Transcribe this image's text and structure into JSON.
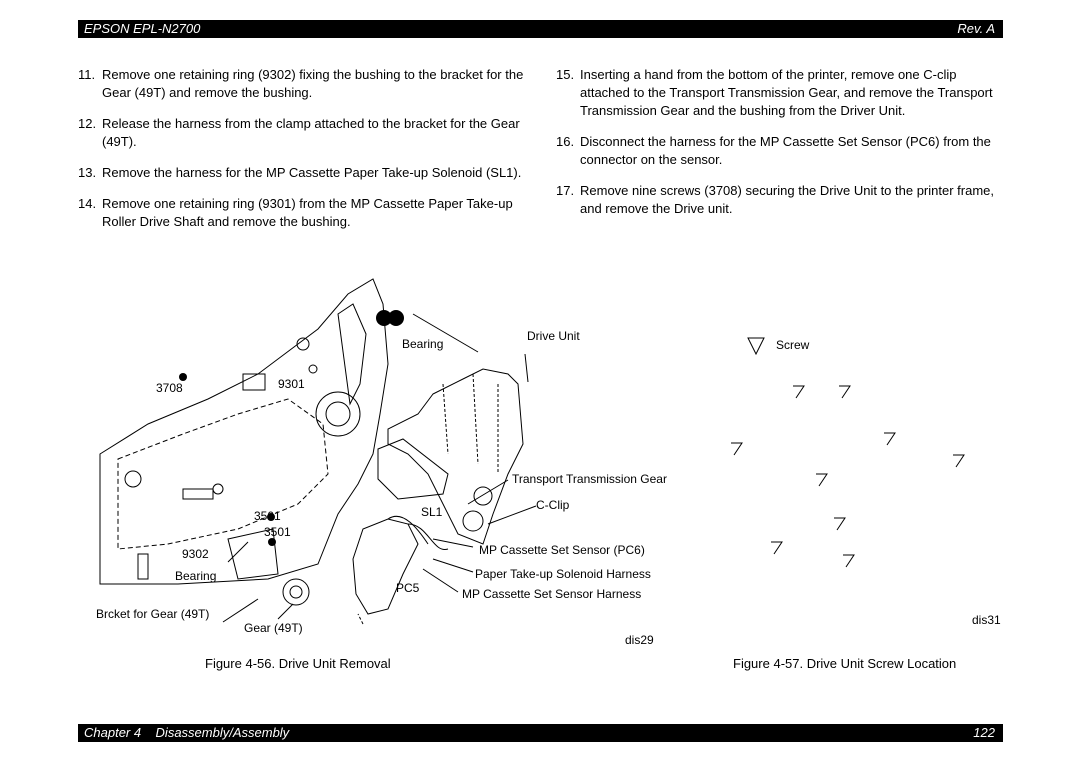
{
  "header": {
    "title": "EPSON EPL-N2700",
    "rev": "Rev. A"
  },
  "steps_left": [
    {
      "num": "11.",
      "text": "Remove one retaining ring (9302) fixing the bushing to the bracket for the Gear (49T) and remove the bushing."
    },
    {
      "num": "12.",
      "text": "Release the harness from the clamp attached to the bracket for the Gear (49T)."
    },
    {
      "num": "13.",
      "text": "Remove the harness for the MP Cassette Paper Take-up Solenoid (SL1)."
    },
    {
      "num": "14.",
      "text": "Remove one retaining ring (9301) from the MP Cassette Paper Take-up Roller Drive Shaft and remove the bushing."
    }
  ],
  "steps_right": [
    {
      "num": "15.",
      "text": "Inserting a hand from the bottom of the printer, remove one C-clip attached to the Transport Transmission Gear, and remove the Transport Transmission Gear and the bushing from the Driver Unit."
    },
    {
      "num": "16.",
      "text": "Disconnect the harness for the MP Cassette Set Sensor (PC6) from the connector on the sensor."
    },
    {
      "num": "17.",
      "text": "Remove nine screws (3708) securing the Drive Unit to the printer frame, and remove the Drive unit."
    }
  ],
  "figure_left": {
    "labels": {
      "bearing_top": "Bearing",
      "drive_unit": "Drive Unit",
      "s3708": "3708",
      "s9301": "9301",
      "transport_gear": "Transport Transmission Gear",
      "c_clip": "C-Clip",
      "sl1": "SL1",
      "s3501a": "3501",
      "s3501b": "3501",
      "s9302": "9302",
      "bearing_bottom": "Bearing",
      "sensor_pc6": "MP Cassette  Set Sensor (PC6)",
      "solenoid_harness": "Paper Take-up Solenoid Harness",
      "pc5": "PC5",
      "sensor_harness": "MP Cassette  Set Sensor Harness",
      "bracket": "Brcket for Gear (49T)",
      "gear49": "Gear (49T)",
      "fig_id": "dis29"
    },
    "caption": "Figure 4-56.  Drive Unit Removal"
  },
  "figure_right": {
    "legend": "Screw",
    "fig_id": "dis31",
    "caption": "Figure 4-57.  Drive Unit Screw Location"
  },
  "footer": {
    "chapter": "Chapter 4    Disassembly/Assembly",
    "page": "122"
  }
}
